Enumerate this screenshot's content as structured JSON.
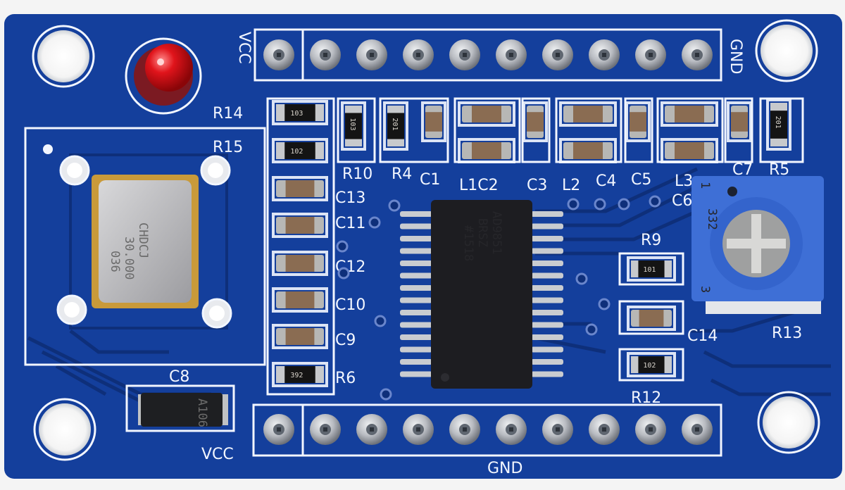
{
  "board": {
    "colors": {
      "pcb": "#143f9c",
      "pcb_dark": "#0e2f7a",
      "silkscreen": "#f2f6ff",
      "pad": "#b9bcc2",
      "led": "#e0141b",
      "pot": "#3e6fd6",
      "ic": "#1d1d21",
      "crystal": "#b7b7ba"
    },
    "header_top": {
      "left_label": "VCC",
      "right_label": "GND",
      "pin_count": 10
    },
    "header_bottom": {
      "left_label": "VCC",
      "right_label": "GND",
      "pin_count": 10
    },
    "labels": {
      "r14": "R14",
      "r15": "R15",
      "r10": "R10",
      "r4": "R4",
      "c1": "C1",
      "l1c2": "L1C2",
      "c3": "C3",
      "l2": "L2",
      "c4": "C4",
      "c5": "C5",
      "l3": "L3",
      "c6": "C6",
      "c7": "C7",
      "r5": "R5",
      "c13": "C13",
      "c11": "C11",
      "c12": "C12",
      "c10": "C10",
      "c9": "C9",
      "r6": "R6",
      "r9": "R9",
      "c14": "C14",
      "r13": "R13",
      "r12": "R12",
      "c8": "C8"
    },
    "markings": {
      "r14_code": "103",
      "r15_code": "102",
      "r10_code": "103",
      "r4_code": "201",
      "r5_code": "201",
      "r9_code": "101",
      "r12_code": "102",
      "r6_code": "392",
      "c8_code": "A106",
      "pot_code": "332",
      "pot_pin1": "1",
      "pot_pin3": "3",
      "ic_line1": "AD9851",
      "ic_line2": "BRSZ",
      "ic_line3": "#1518",
      "crystal_line1": "CHDCJ",
      "crystal_line2": "30.000",
      "crystal_line3": "036"
    }
  }
}
